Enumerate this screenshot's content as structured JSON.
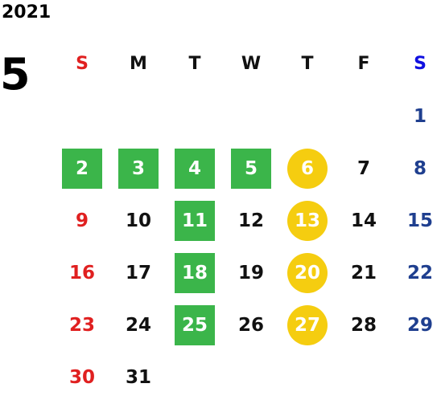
{
  "year": "2021",
  "month": "5",
  "weekdays": [
    "S",
    "M",
    "T",
    "W",
    "T",
    "F",
    "S"
  ],
  "days": [
    {
      "day": "1",
      "col": 6,
      "row": 0,
      "mark": ""
    },
    {
      "day": "2",
      "col": 0,
      "row": 1,
      "mark": "green"
    },
    {
      "day": "3",
      "col": 1,
      "row": 1,
      "mark": "green"
    },
    {
      "day": "4",
      "col": 2,
      "row": 1,
      "mark": "green"
    },
    {
      "day": "5",
      "col": 3,
      "row": 1,
      "mark": "green"
    },
    {
      "day": "6",
      "col": 4,
      "row": 1,
      "mark": "yellow"
    },
    {
      "day": "7",
      "col": 5,
      "row": 1,
      "mark": ""
    },
    {
      "day": "8",
      "col": 6,
      "row": 1,
      "mark": ""
    },
    {
      "day": "9",
      "col": 0,
      "row": 2,
      "mark": ""
    },
    {
      "day": "10",
      "col": 1,
      "row": 2,
      "mark": ""
    },
    {
      "day": "11",
      "col": 2,
      "row": 2,
      "mark": "green"
    },
    {
      "day": "12",
      "col": 3,
      "row": 2,
      "mark": ""
    },
    {
      "day": "13",
      "col": 4,
      "row": 2,
      "mark": "yellow"
    },
    {
      "day": "14",
      "col": 5,
      "row": 2,
      "mark": ""
    },
    {
      "day": "15",
      "col": 6,
      "row": 2,
      "mark": ""
    },
    {
      "day": "16",
      "col": 0,
      "row": 3,
      "mark": ""
    },
    {
      "day": "17",
      "col": 1,
      "row": 3,
      "mark": ""
    },
    {
      "day": "18",
      "col": 2,
      "row": 3,
      "mark": "green"
    },
    {
      "day": "19",
      "col": 3,
      "row": 3,
      "mark": ""
    },
    {
      "day": "20",
      "col": 4,
      "row": 3,
      "mark": "yellow"
    },
    {
      "day": "21",
      "col": 5,
      "row": 3,
      "mark": ""
    },
    {
      "day": "22",
      "col": 6,
      "row": 3,
      "mark": ""
    },
    {
      "day": "23",
      "col": 0,
      "row": 4,
      "mark": ""
    },
    {
      "day": "24",
      "col": 1,
      "row": 4,
      "mark": ""
    },
    {
      "day": "25",
      "col": 2,
      "row": 4,
      "mark": "green"
    },
    {
      "day": "26",
      "col": 3,
      "row": 4,
      "mark": ""
    },
    {
      "day": "27",
      "col": 4,
      "row": 4,
      "mark": "yellow"
    },
    {
      "day": "28",
      "col": 5,
      "row": 4,
      "mark": ""
    },
    {
      "day": "29",
      "col": 6,
      "row": 4,
      "mark": ""
    },
    {
      "day": "30",
      "col": 0,
      "row": 5,
      "mark": ""
    },
    {
      "day": "31",
      "col": 1,
      "row": 5,
      "mark": ""
    }
  ],
  "colors": {
    "sunday": "#e02020",
    "saturday": "#1f3f8f",
    "saturday_header": "#1010e0",
    "weekday": "#111111",
    "green_mark": "#3bb54a",
    "yellow_mark": "#f5cd10"
  }
}
